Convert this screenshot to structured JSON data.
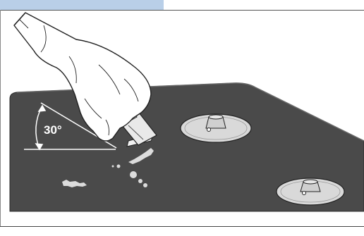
{
  "diagram": {
    "angle_label": "30°",
    "icons": [
      "gloved-hand",
      "razor-blade-scraper",
      "gas-burner",
      "gas-burner"
    ],
    "colors": {
      "header_tab": "#b9cfe8",
      "hob_surface": "#4a4a4a",
      "hob_edge": "#2e2e2e",
      "glove": "#ffffff",
      "outline": "#222222"
    }
  }
}
